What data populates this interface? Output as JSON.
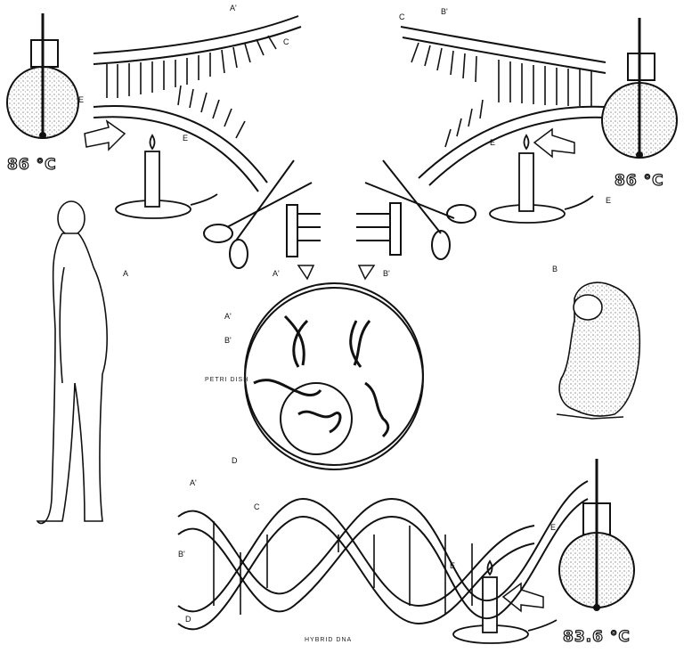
{
  "temperatures": {
    "top_left": "86 °C",
    "top_left_sub": "E",
    "top_right": "86 °C",
    "top_right_sub": "E",
    "bottom_right": "83.6 °C",
    "bottom_right_sub": "E"
  },
  "labels": {
    "top_left_strand": "A'",
    "top_left_c": "C",
    "top_left_flask_e": "E",
    "top_left_flame_e": "E",
    "top_right_strand": "B'",
    "top_right_c": "C",
    "top_right_flask_e": "E",
    "top_right_flame_e": "E",
    "human": "A",
    "monkey": "B",
    "dish_a": "A'",
    "dish_b": "B'",
    "dish_fragment_a": "A'",
    "dish_fragment_b": "B'",
    "petri_dish": "PETRI\nDISH",
    "helix_a": "A'",
    "helix_d_top": "D",
    "helix_c": "C",
    "helix_b": "B'",
    "helix_d_bottom": "D",
    "bottom_flask_e": "E",
    "bottom_flame_e": "E",
    "hybrid_dna": "HYBRID DNA"
  },
  "colors": {
    "ink": "#111111",
    "paper": "#ffffff",
    "stipple": "#555555"
  },
  "icons": {
    "flask": "flask-thermometer-icon",
    "burner": "bunsen-burner-icon",
    "scissors": "scissors-icon",
    "human": "human-figure-illustration",
    "monkey": "monkey-illustration",
    "petri": "petri-dish-illustration",
    "helix": "dna-double-helix-illustration"
  }
}
